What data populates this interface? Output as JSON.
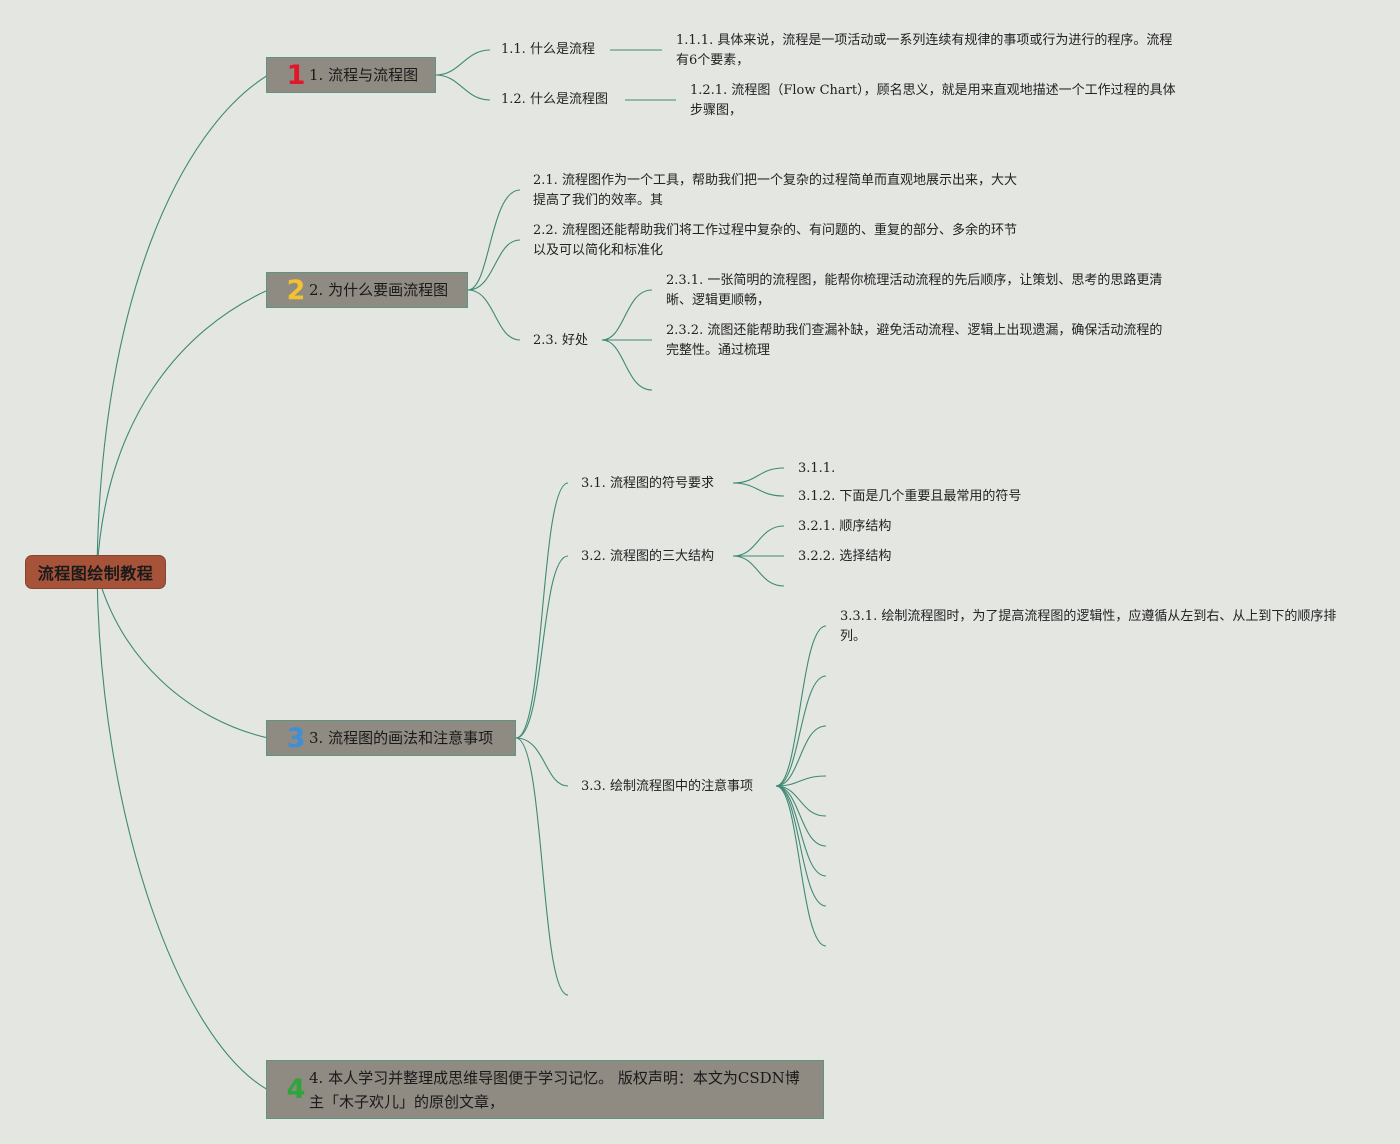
{
  "root": {
    "label": "流程图绘制教程"
  },
  "topics": [
    {
      "number": "1",
      "color": "#e0162b",
      "label": "1. 流程与流程图"
    },
    {
      "number": "2",
      "color": "#f2c230",
      "label": "2. 为什么要画流程图"
    },
    {
      "number": "3",
      "color": "#3f8fd6",
      "label": "3. 流程图的画法和注意事项"
    },
    {
      "number": "4",
      "color": "#2ea43a",
      "label": "4. 本人学习并整理成思维导图便于学习记忆。 版权声明：本文为CSDN博主「木子欢儿」的原创文章，"
    }
  ],
  "t1": {
    "sub1": {
      "label": "1.1. 什么是流程",
      "leaf": "1.1.1. 具体来说，流程是一项活动或一系列连续有规律的事项或行为进行的程序。流程有6个要素，"
    },
    "sub2": {
      "label": "1.2. 什么是流程图",
      "leaf": "1.2.1. 流程图（Flow Chart），顾名思义，就是用来直观地描述一个工作过程的具体步骤图，"
    }
  },
  "t2": {
    "sub1": {
      "label": "2.1. 流程图作为一个工具，帮助我们把一个复杂的过程简单而直观地展示出来，大大提高了我们的效率。其"
    },
    "sub2": {
      "label": "2.2. 流程图还能帮助我们将工作过程中复杂的、有问题的、重复的部分、多余的环节以及可以简化和标准化"
    },
    "sub3": {
      "label": "2.3. 好处",
      "leaf1": "2.3.1. 一张简明的流程图，能帮你梳理活动流程的先后顺序，让策划、思考的思路更清晰、逻辑更顺畅，",
      "leaf2": "2.3.2. 流图还能帮助我们查漏补缺，避免活动流程、逻辑上出现遗漏，确保活动流程的完整性。通过梳理"
    }
  },
  "t3": {
    "sub1": {
      "label": "3.1. 流程图的符号要求",
      "leaf1": "3.1.1.",
      "leaf2": "3.1.2. 下面是几个重要且最常用的符号"
    },
    "sub2": {
      "label": "3.2. 流程图的三大结构",
      "leaf1": "3.2.1. 顺序结构",
      "leaf2": "3.2.2. 选择结构"
    },
    "sub3": {
      "label": "3.3. 绘制流程图中的注意事项",
      "leaf1": "3.3.1. 绘制流程图时，为了提高流程图的逻辑性，应遵循从左到右、从上到下的顺序排列。"
    }
  }
}
